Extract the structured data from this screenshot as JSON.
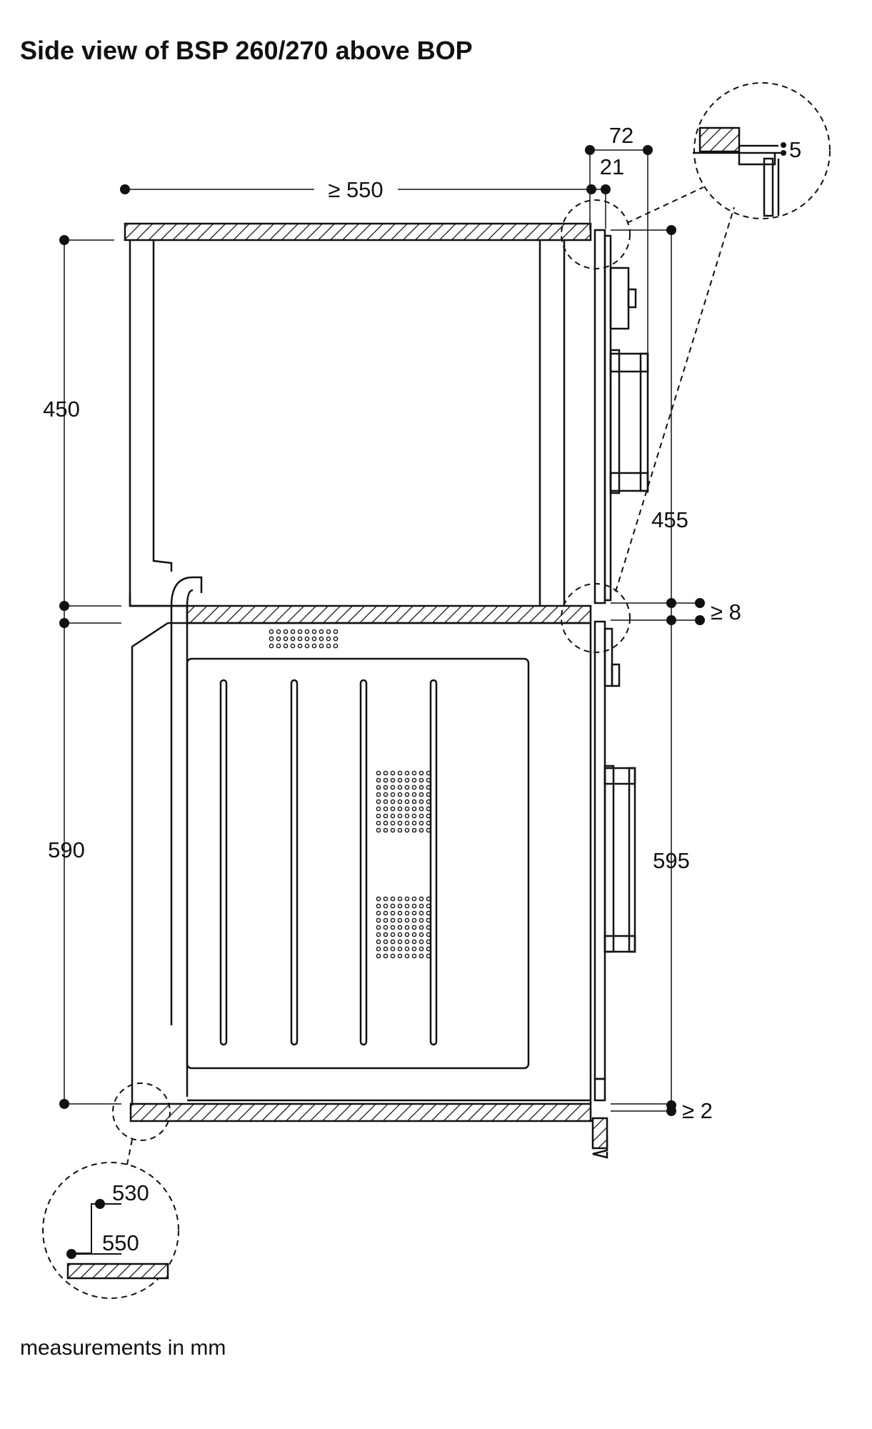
{
  "title": "Side view of BSP 260/270 above BOP",
  "footer": "measurements in mm",
  "dimensions": {
    "width_top": "≥ 550",
    "depth_72": "72",
    "depth_21": "21",
    "detail_gap": "5",
    "height_upper": "450",
    "height_upper_front": "455",
    "gap_middle": "≥ 8",
    "height_lower": "590",
    "height_lower_front": "595",
    "gap_bottom": "≥ 2",
    "detail_530": "530",
    "detail_550": "550"
  }
}
